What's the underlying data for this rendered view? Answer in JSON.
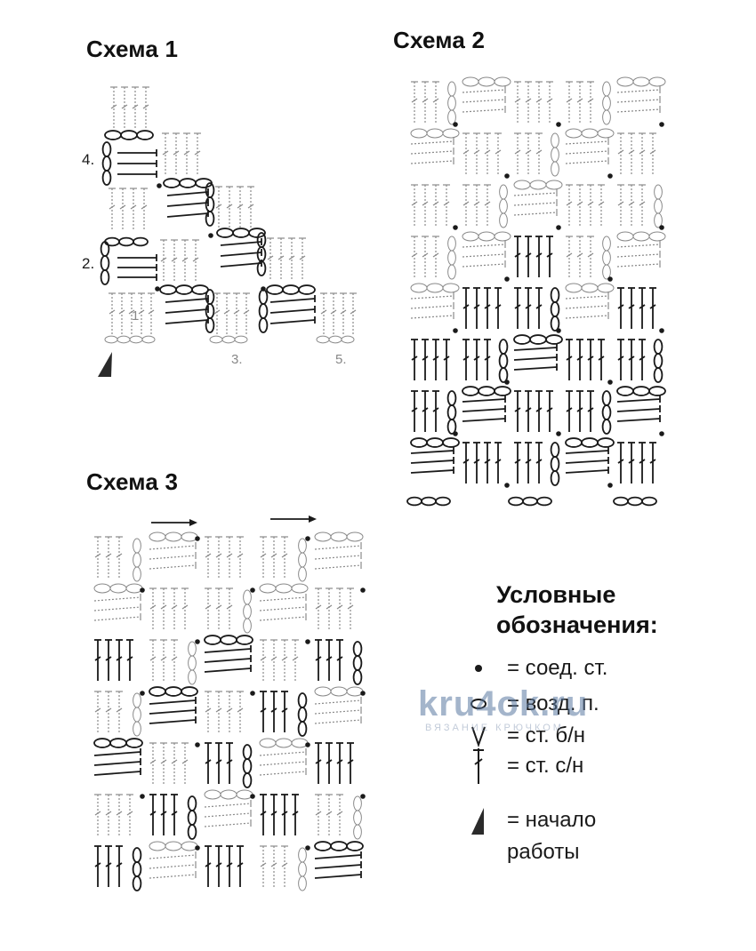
{
  "schemes": {
    "scheme1": {
      "title": "Схема 1",
      "row_numbers": [
        "4.",
        "2."
      ],
      "column_numbers": [
        "1",
        "3.",
        "5."
      ]
    },
    "scheme2": {
      "title": "Схема 2"
    },
    "scheme3": {
      "title": "Схема 3"
    }
  },
  "legend": {
    "heading_line1": "Условные",
    "heading_line2": "обозначения:",
    "items": [
      {
        "symbol": "dot-icon",
        "text": "= соед. ст."
      },
      {
        "symbol": "chain-oval-icon",
        "text": "= возд. п."
      },
      {
        "symbol": "sc-v-icon",
        "text": "= ст. б/н"
      },
      {
        "symbol": "dc-stitch-icon",
        "text": "= ст. с/н"
      },
      {
        "symbol": "start-triangle-icon",
        "text": "= начало"
      },
      {
        "symbol": "",
        "text": "работы"
      }
    ]
  },
  "watermark": {
    "text": "kru4ok.ru",
    "subtext": "ВЯЗАНИЕ КРЮЧКОМ"
  },
  "colors": {
    "ink": "#1a1a1a",
    "faint_ink": "#8a8a8a",
    "watermark": "#5a78a0"
  }
}
